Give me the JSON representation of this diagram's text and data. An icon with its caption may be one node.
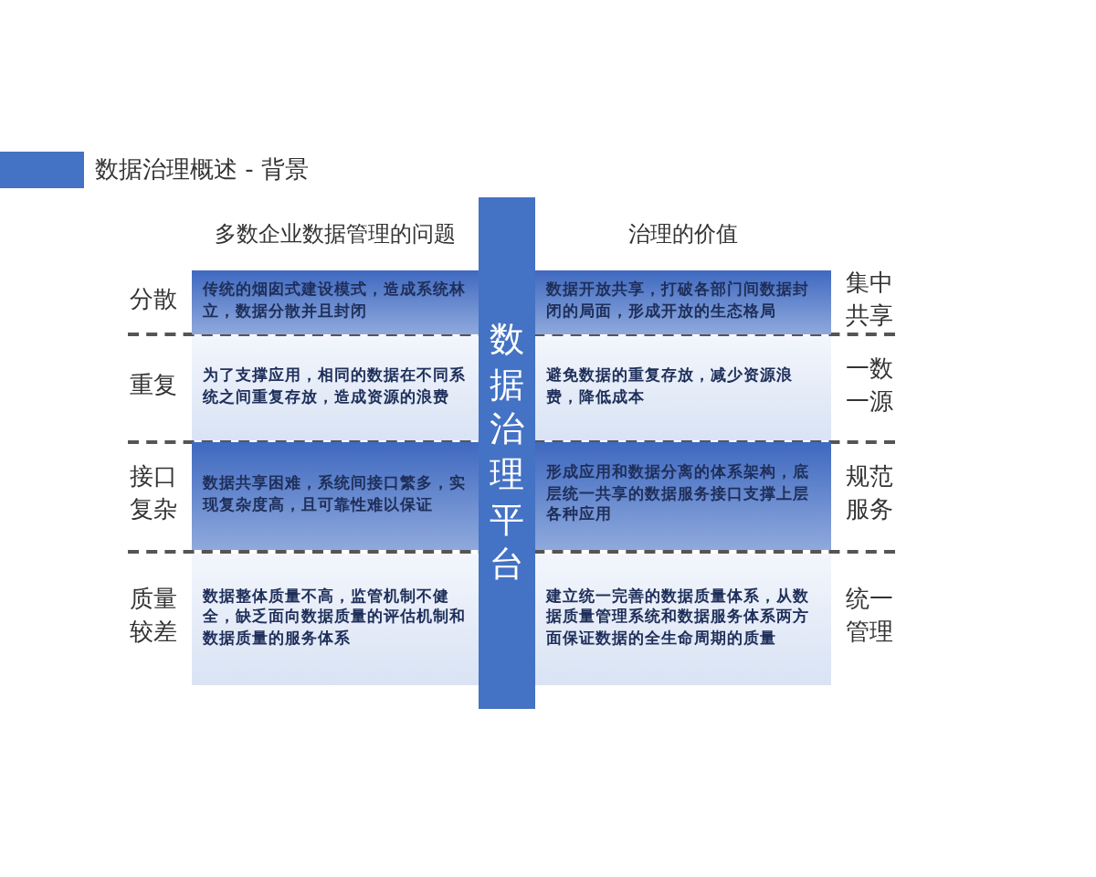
{
  "diagram": {
    "title": "数据治理概述 - 背景",
    "nodes": [
      {
        "text": [
          "数据治理平台"
        ]
      },
      {
        "text": [
          "传统的烟囱式建设模式，造成系统林立，数据分散并且封闭"
        ]
      },
      {
        "text": [
          "为了支撑应用，相同的数据在不同系统之间重复存放，造成资源的浪费"
        ]
      },
      {
        "text": [
          "数据共享困难，系统间接口繁多，实现复杂度高，且可靠性难以保证"
        ]
      },
      {
        "text": [
          "数据整体质量不高，监管机制不健全，缺乏面向数据质量的评估机制和数据质量的服务体系"
        ]
      },
      {
        "text": [
          "数据开放共享，打破各部门间数据封闭的局面，形成开放的生态格局"
        ]
      },
      {
        "text": [
          "避免数据的重复存放，减少资源浪费，降低成本"
        ]
      },
      {
        "text": [
          "形成应用和数据分离的体系架构，底层统一共享的数据服务接口支撑上层各种应用"
        ]
      },
      {
        "text": [
          "建立统一完善的数据质量体系，从数据质量管理系统和数据服务体系两方面保证数据的全生命周期的质量"
        ]
      }
    ],
    "labels": [
      "多数企业数据管理的问题",
      "治理的价值",
      "分散",
      "集中共享",
      "重复",
      "一数一源",
      "接口复杂",
      "规范服务",
      "质量较差",
      "统一管理"
    ]
  }
}
